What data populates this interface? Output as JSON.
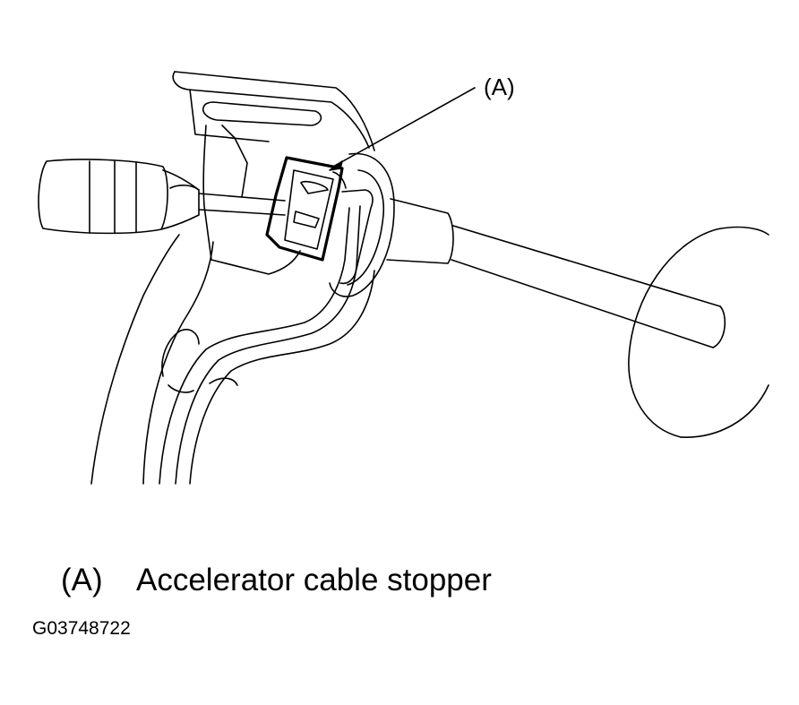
{
  "callout": {
    "label": "(A)"
  },
  "legend": {
    "key": "(A)",
    "description": "Accelerator cable stopper"
  },
  "figure_code": "G03748722",
  "colors": {
    "line": "#000000",
    "background": "#ffffff"
  }
}
